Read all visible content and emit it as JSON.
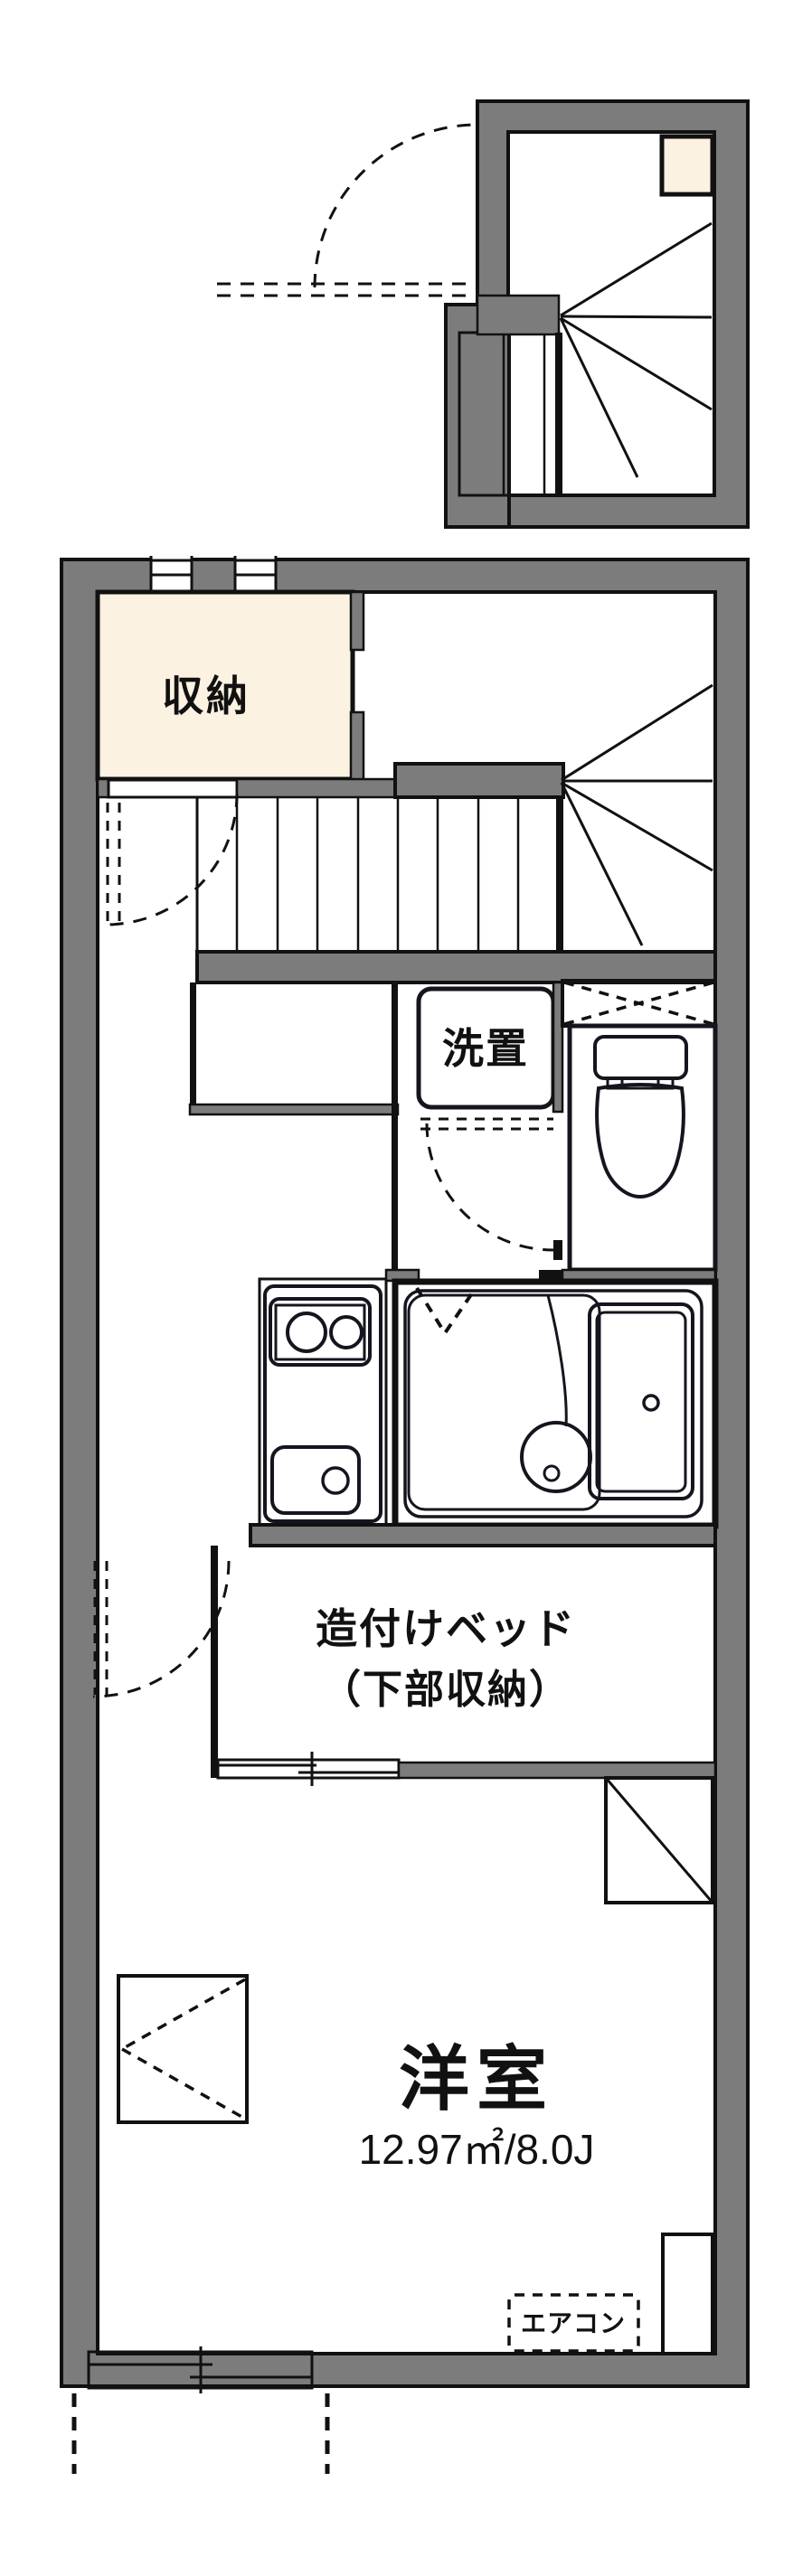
{
  "document": {
    "type": "japanese-apartment-floor-plan",
    "floors": {
      "upper_entry_plan": "winder staircase with entrance door",
      "main_plan": "1K unit with storage, stairs, laundry, toilet, kitchen, bath, built-in bed, western room"
    }
  },
  "labels": {
    "storage": "収納",
    "laundry": "洗置",
    "bed_line1": "造付けベッド",
    "bed_line2": "（下部収納）",
    "room_name": "洋室",
    "room_size": "12.97㎡/8.0J",
    "aircon": "エアコン"
  },
  "colors": {
    "wall_gray": "#7c7c7c",
    "outline_black": "#111111",
    "storage_cream": "#fcf2e1",
    "fixture_blue": "#dfe9f8",
    "fixture_stroke": "#15151f",
    "background": "#ffffff"
  },
  "symbols": {
    "dashed_arcs": "door swing paths",
    "dashed_x_box": "upper shelf above toilet",
    "diagonal_square": "refrigerator space",
    "fan_lines": "winder stair treads",
    "double_line_openings": "sliding windows/doors"
  }
}
